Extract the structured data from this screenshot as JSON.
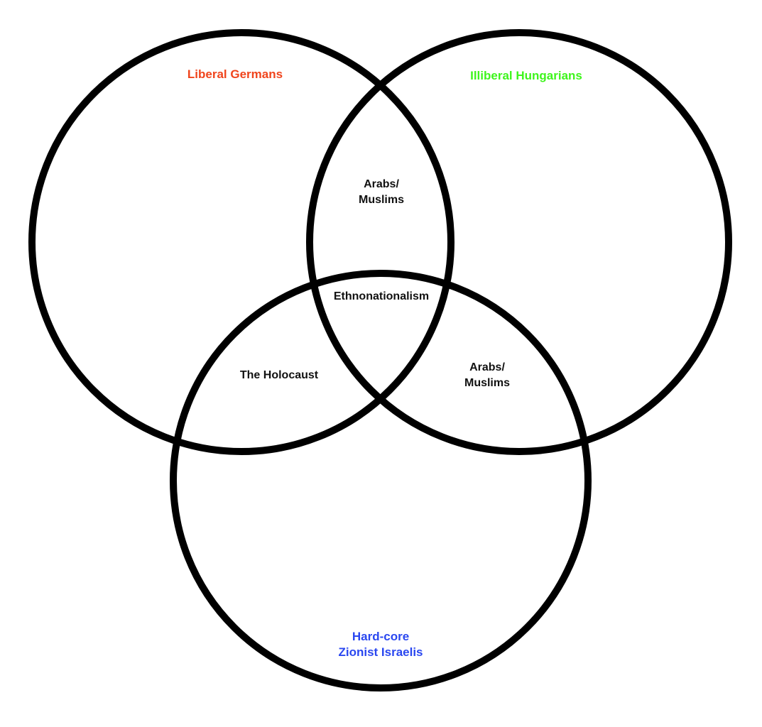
{
  "diagram": {
    "type": "venn",
    "sets": [
      {
        "id": "left",
        "label": "Liberal Germans",
        "color": "#f0441c"
      },
      {
        "id": "right",
        "label": "Illiberal Hungarians",
        "color": "#3ef51c"
      },
      {
        "id": "bottom",
        "label_lines": [
          "Hard-core",
          "Zionist Israelis"
        ],
        "color": "#2a47f0"
      }
    ],
    "regions": {
      "left_right": [
        "Arabs/",
        "Muslims"
      ],
      "left_bottom": [
        "The Holocaust"
      ],
      "right_bottom": [
        "Arabs/",
        "Muslims"
      ],
      "all_three": [
        "Ethnonationalism"
      ]
    },
    "outline_color": "#000000",
    "text_color": "#111111"
  }
}
